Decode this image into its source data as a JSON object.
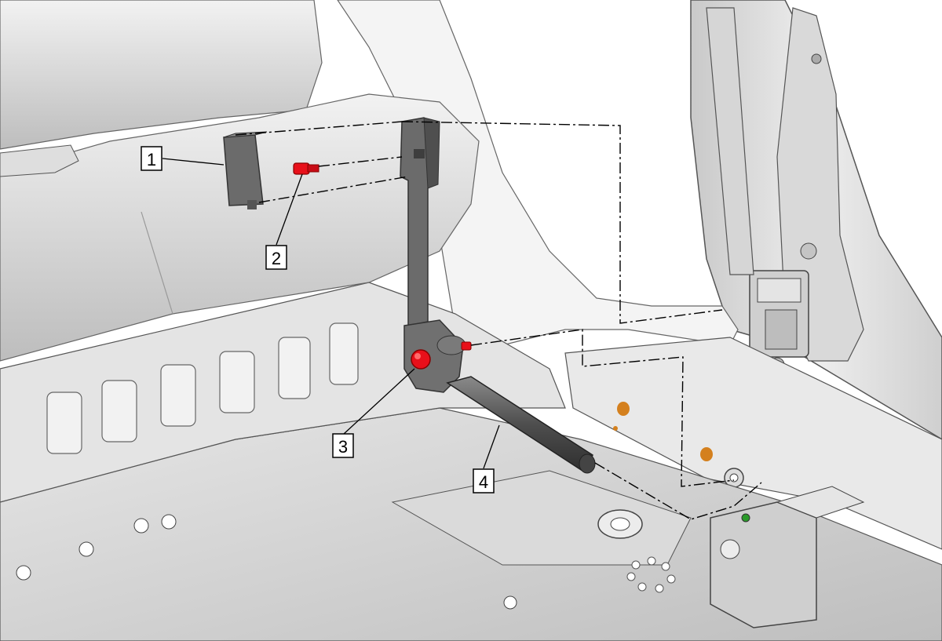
{
  "figure": {
    "callouts": [
      {
        "id": "1",
        "label": "1"
      },
      {
        "id": "2",
        "label": "2"
      },
      {
        "id": "3",
        "label": "3"
      },
      {
        "id": "4",
        "label": "4"
      }
    ],
    "colors": {
      "background": "#ffffff",
      "vehicle_body": "#e2e2e2",
      "panel_shade": "#cfcfcf",
      "seat": "#d8d8d8",
      "component_gray": "#6b6b6b",
      "fastener_red": "#e8101a",
      "foam_orange": "#d4801e",
      "trim_purple": "#5a1f6a",
      "leader_line": "#000000"
    }
  }
}
